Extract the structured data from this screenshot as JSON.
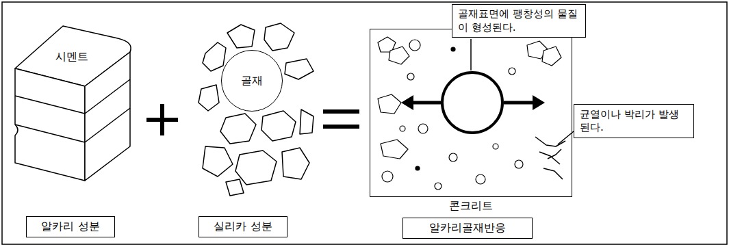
{
  "diagram": {
    "nodes": [
      {
        "text": [
          "시멘트"
        ]
      },
      {
        "text": [
          "알카리 성분"
        ]
      },
      {
        "text": [
          "골재"
        ]
      },
      {
        "text": [
          "실리카 성분"
        ]
      },
      {
        "text": [
          "콘크리트"
        ]
      },
      {
        "text": [
          "골재표면에 팽창성의 물질이 형성된다."
        ]
      },
      {
        "text": [
          "균열이나 박리가 발생된다."
        ]
      },
      {
        "text": [
          "알카리골재반응"
        ]
      }
    ]
  }
}
